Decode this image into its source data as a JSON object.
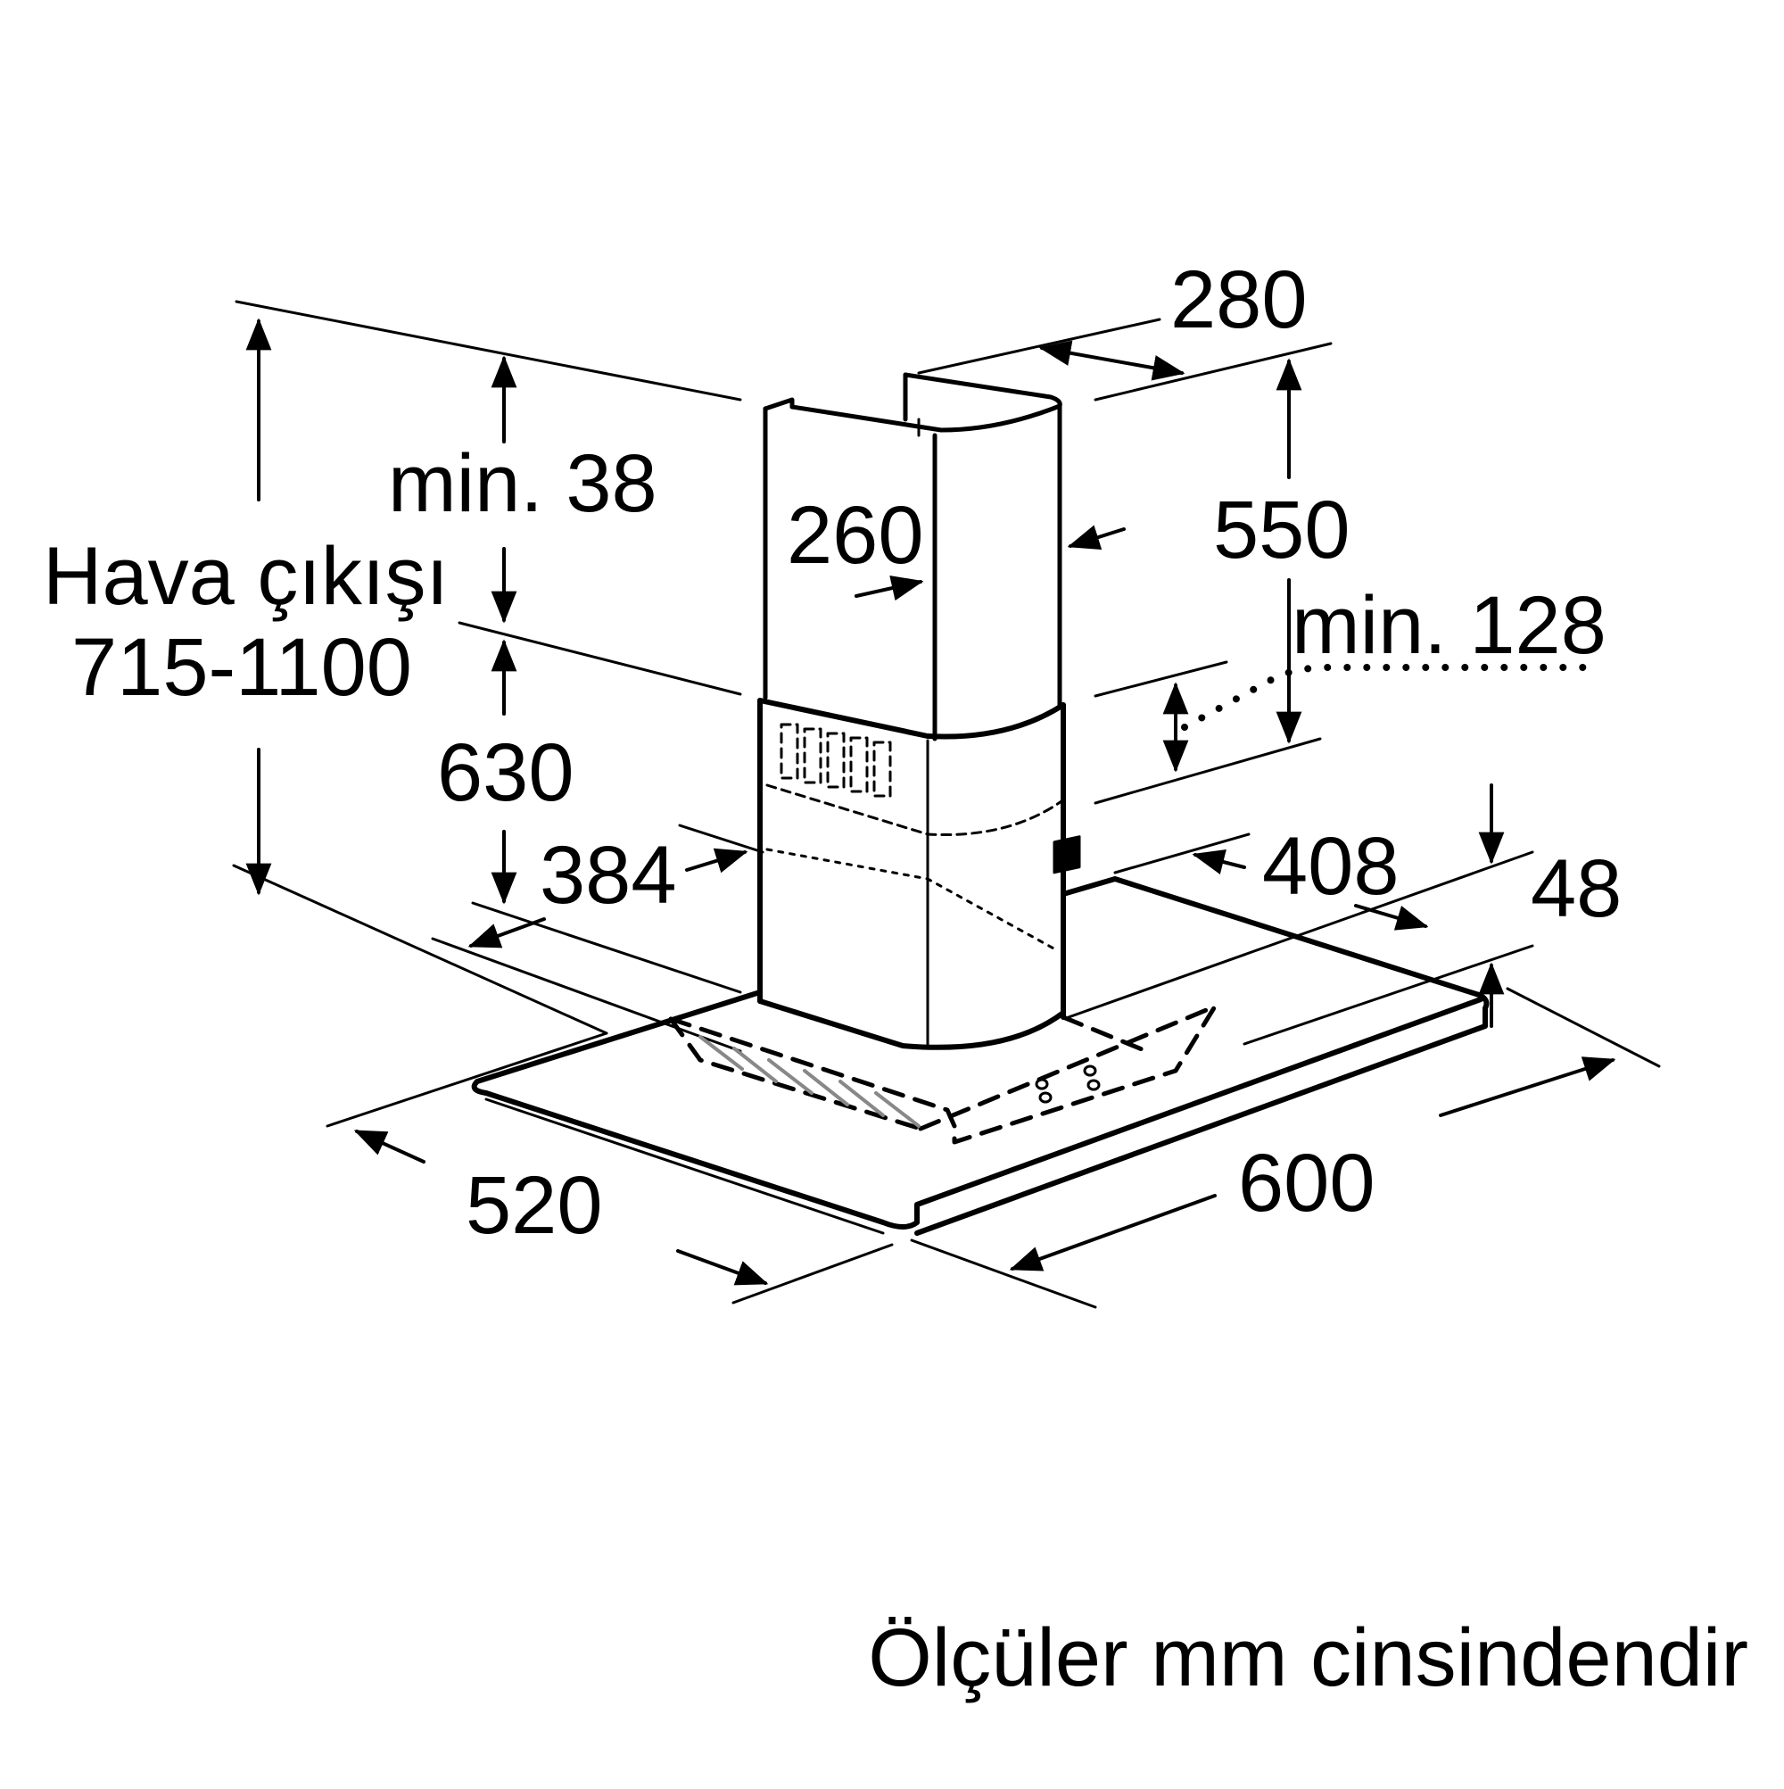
{
  "labels": {
    "width_top": "280",
    "inner_depth": "260",
    "chimney_upper": "550",
    "min_top_gap": "min. 38",
    "air_outlet": "Hava çıkışı",
    "air_outlet_range": "715-1100",
    "min_gap_lower": "min. 128",
    "chimney_lower": "630",
    "chimney_depth": "384",
    "chimney_width": "408",
    "canopy_thickness": "48",
    "canopy_depth": "520",
    "canopy_width": "600"
  },
  "caption": "Ölçüler mm cinsindendir"
}
